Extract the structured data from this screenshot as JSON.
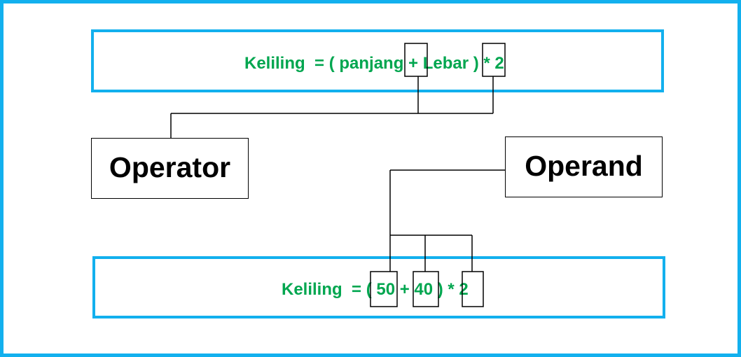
{
  "formulas": {
    "symbolic": "Keliling  = ( panjang + Lebar ) * 2",
    "numeric": "Keliling  = ( 50 + 40 ) * 2"
  },
  "labels": {
    "operator": "Operator",
    "operand": "Operand"
  },
  "colors": {
    "frame": "#12b0ee",
    "formula_text": "#00a64f",
    "label_text": "#000000"
  }
}
